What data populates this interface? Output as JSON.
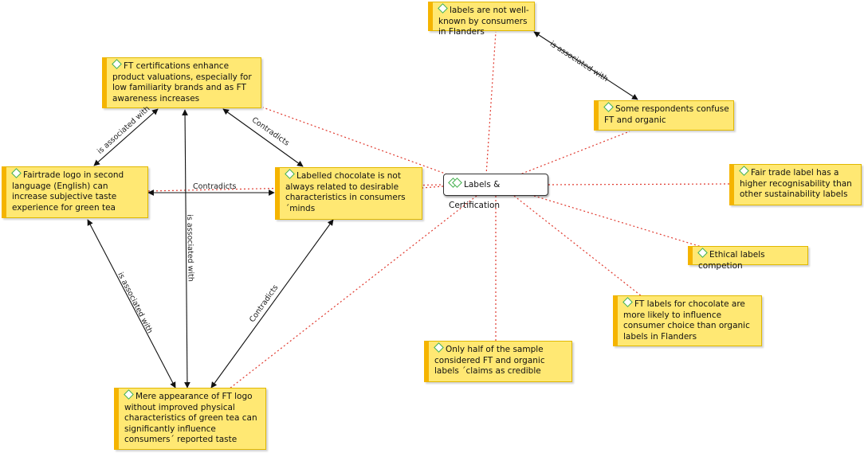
{
  "hub": {
    "label": "Labels & Certification"
  },
  "notes": {
    "flanders": "labels are not well-known by consumers in Flanders",
    "ft_enhance": "FT certifications enhance product valuations, especially for low familiarity brands and as FT awareness increases",
    "confuse": "Some respondents confuse FT and organic",
    "fairtrade_logo": "Fairtrade logo in second language (English) can increase subjective taste experience for green tea",
    "labelled_choc": "Labelled chocolate is not always related to desirable characteristics in consumers ´minds",
    "recognisability": "Fair trade label has a higher recognisability than other sustainability labels",
    "ethical": "Ethical labels competion",
    "ft_choc": "FT labels for chocolate are more likely to influence consumer choice than organic labels in Flanders",
    "half_sample": "Only half of the sample considered FT and organic labels ´claims as credible",
    "mere_logo": "Mere appearance of FT logo without improved physical characteristics of green tea can significantly influence consumers´ reported taste"
  },
  "edge_labels": {
    "e1": "is associated with",
    "e2": "is associated with",
    "e3": "Contradicts",
    "e4": "Contradicts",
    "e5": "is associated with",
    "e6": "is associated with",
    "e7": "Contradicts"
  },
  "colors": {
    "note_fill": "#ffe873",
    "note_accent": "#f5b400",
    "hub_link": "#e03a2f",
    "relation": "#111111"
  }
}
